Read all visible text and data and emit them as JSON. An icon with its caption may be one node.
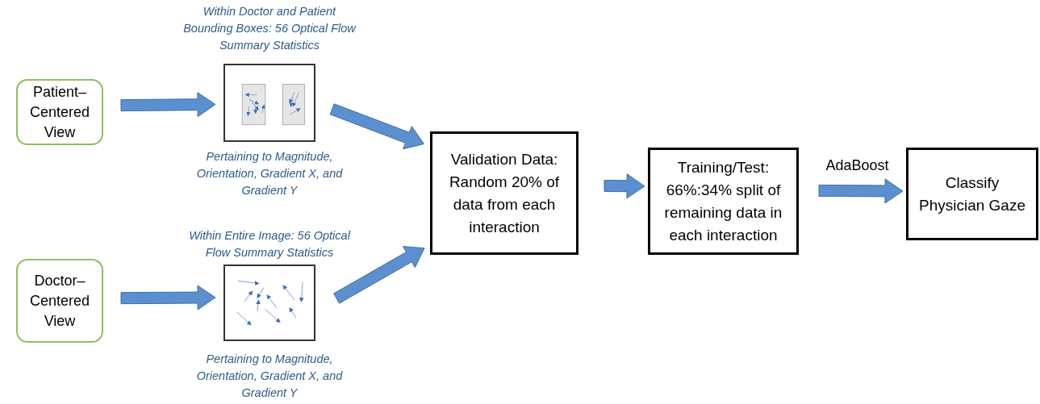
{
  "diagram": {
    "nodes": [
      {
        "text": [
          "Patient– Centered View"
        ]
      },
      {
        "text": [],
        "shape": "picture",
        "beside": [
          "Within Doctor and Patient Bounding Boxes: 56 Optical Flow Summary Statistics",
          "Pertaining to Magnitude, Orientation, Gradient X, and Gradient Y"
        ]
      },
      {
        "text": [
          "Doctor– Centered View"
        ]
      },
      {
        "text": [],
        "shape": "picture",
        "beside": [
          "Within Entire Image: 56 Optical Flow Summary Statistics",
          "Pertaining to Magnitude, Orientation, Gradient X, and Gradient Y"
        ]
      },
      {
        "text": [
          "Validation Data: Random 20% of data from each interaction"
        ]
      },
      {
        "text": [
          "Training/Test: 66%:34% split of remaining data in each interaction"
        ]
      },
      {
        "text": [
          "Classify Physician Gaze"
        ]
      }
    ],
    "edges": [
      {
        "from": 0,
        "to": 1,
        "arrow": "to"
      },
      {
        "from": 1,
        "to": 4,
        "arrow": "to"
      },
      {
        "from": 2,
        "to": 3,
        "arrow": "to"
      },
      {
        "from": 3,
        "to": 4,
        "arrow": "to"
      },
      {
        "from": 4,
        "to": 5,
        "arrow": "to"
      },
      {
        "from": 5,
        "to": 6,
        "arrow": "to",
        "label": "AdaBoost"
      }
    ]
  }
}
